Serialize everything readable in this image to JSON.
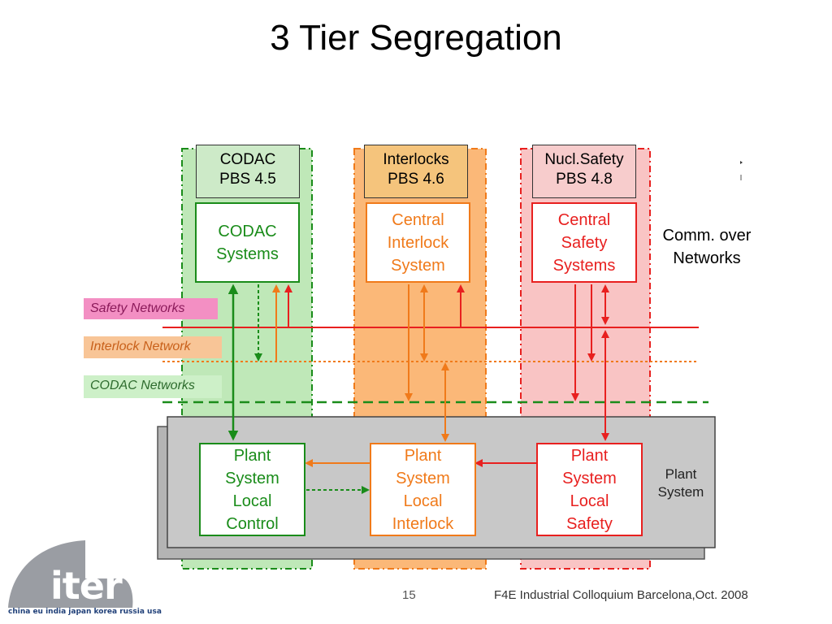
{
  "title": "3 Tier Segregation",
  "tiers": [
    {
      "pbs": "CODAC\nPBS 4.5",
      "central": "CODAC\nSystems",
      "color": "#1a8c1a",
      "fill": "#bfe8b8",
      "label_bg": "#cdeac8"
    },
    {
      "pbs": "Interlocks\nPBS 4.6",
      "central": "Central\nInterlock\nSystem",
      "color": "#f07a1a",
      "fill": "#fbb878",
      "label_bg": "#f5c47c"
    },
    {
      "pbs": "Nucl.Safety\nPBS 4.8",
      "central": "Central\nSafety\nSystems",
      "color": "#e8201f",
      "fill": "#f9c4c4",
      "label_bg": "#f7cccc"
    }
  ],
  "networks": {
    "safety": "Safety Networks",
    "interlock": "Interlock Network",
    "codac": "CODAC Networks"
  },
  "plant": {
    "control": "Plant\nSystem\nLocal\nControl",
    "interlock": "Plant\nSystem\nLocal\nInterlock",
    "safety": "Plant\nSystem\nLocal\nSafety",
    "label": "Plant\nSystem"
  },
  "comm_note": "Comm.  over\nNetworks",
  "footer": {
    "page": "15",
    "text": "F4E Industrial Colloquium   Barcelona,Oct. 2008"
  },
  "logo": {
    "word": "iter",
    "tagline": "china eu india japan korea russia usa"
  }
}
